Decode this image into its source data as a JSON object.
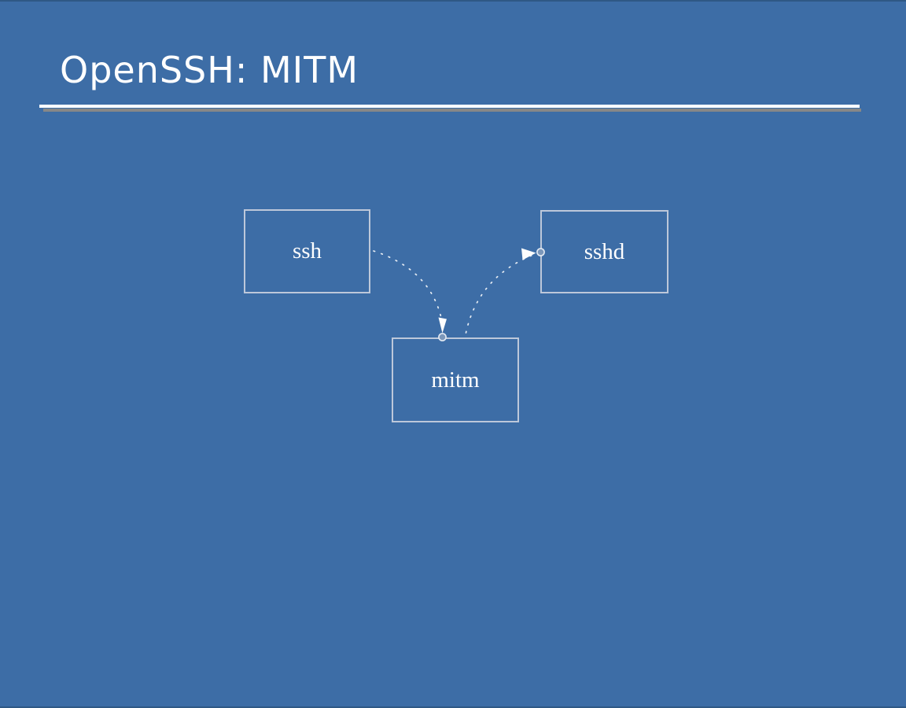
{
  "slide": {
    "title": "OpenSSH: MITM",
    "colors": {
      "background": "#3d6da6",
      "title_text": "#ffffff",
      "title_rule": "#ffffff",
      "title_rule_shadow": "#878787",
      "box_border": "#bdc8da",
      "box_text": "#ffffff",
      "connector": "#ffffff",
      "connector_terminal_fill": "#7b97ba"
    }
  },
  "diagram": {
    "nodes": [
      {
        "id": "ssh",
        "label": "ssh"
      },
      {
        "id": "sshd",
        "label": "sshd"
      },
      {
        "id": "mitm",
        "label": "mitm"
      }
    ],
    "edges": [
      {
        "from": "ssh",
        "to": "mitm",
        "line_style": "dotted",
        "end_marker": "arrowhead-with-circle"
      },
      {
        "from": "mitm",
        "to": "sshd",
        "line_style": "dotted",
        "end_marker": "arrowhead-with-circle"
      }
    ]
  }
}
